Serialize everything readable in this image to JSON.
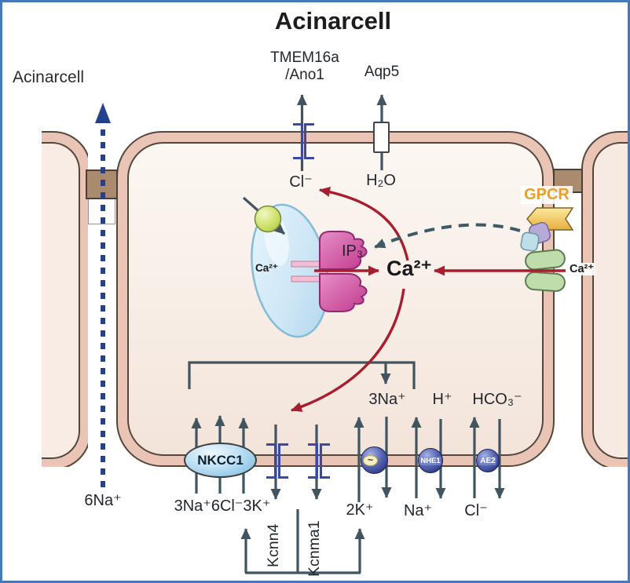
{
  "title": "Acinarcell",
  "left_cell_label": "Acinarcell",
  "apical": {
    "tmem16a_line1": "TMEM16a",
    "tmem16a_line2": "/Ano1",
    "tmem16a_ion": "Cl⁻",
    "aqp5_label": "Aqp5",
    "aqp5_substrate": "H₂O"
  },
  "paracellular": {
    "ion": "6Na⁺"
  },
  "signaling": {
    "gpcr": "GPCR",
    "ca_paracellular": "Ca²⁺",
    "ca_cytosol": "Ca²⁺",
    "ca_er": "Ca²⁺",
    "ip3": "IP₃"
  },
  "basolateral": {
    "nkcc1_label": "NKCC1",
    "nkcc1_ions": "3Na⁺6Cl⁻3K⁺",
    "kcnn4": "Kcnn4",
    "kcnma1": "Kcnma1",
    "pump_symbol": "~",
    "pump_out": "3Na⁺",
    "pump_in": "2K⁺",
    "nhe1_label": "NHE1",
    "nhe1_out": "H⁺",
    "nhe1_in": "Na⁺",
    "ae2_label": "AE2",
    "ae2_out": "HCO₃⁻",
    "ae2_in": "Cl⁻"
  },
  "colors": {
    "border_blue": "#4779b8",
    "membrane": "#eac5b6",
    "membrane_outline": "#55463c",
    "cell_interior": "#f8ece5",
    "junction_brown": "#aa8b6e",
    "arrow_slate": "#415560",
    "arrow_red": "#a81e2e",
    "arrow_navy": "#26418c",
    "dashed_teal": "#3e5a64",
    "channel_bracket_blue": "#3949ab",
    "gpcr_orange": "#e8a02c",
    "er_blue": "#cfe7f6",
    "ip3r_pink": "#d05fa8",
    "ca_channel_green": "#bfdcab",
    "nkcc1_blue": "#92c8e8",
    "transporter_navy": "#323e8a"
  }
}
